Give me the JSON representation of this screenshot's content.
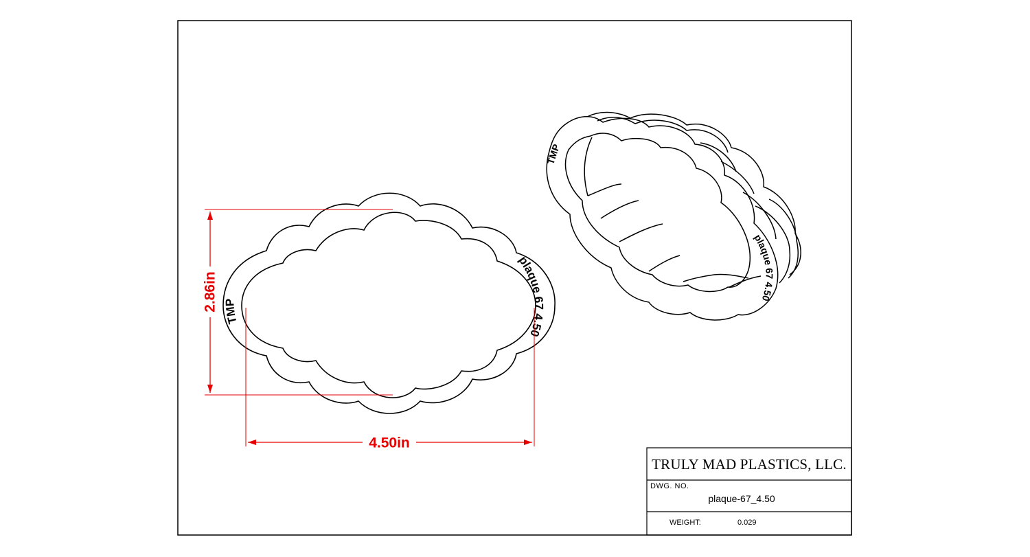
{
  "drawing": {
    "dimensions": {
      "height_label": "2.86in",
      "width_label": "4.50in"
    },
    "emboss": {
      "brand": "TMP",
      "name": "plaque 67 4.50"
    }
  },
  "title_block": {
    "company": "TRULY MAD PLASTICS, LLC.",
    "dwg_no_label": "DWG. NO.",
    "dwg_no": "plaque-67_4.50",
    "weight_label": "WEIGHT:",
    "weight_value": "0.029"
  },
  "colors": {
    "dimension": "#e60000",
    "line": "#000000"
  }
}
